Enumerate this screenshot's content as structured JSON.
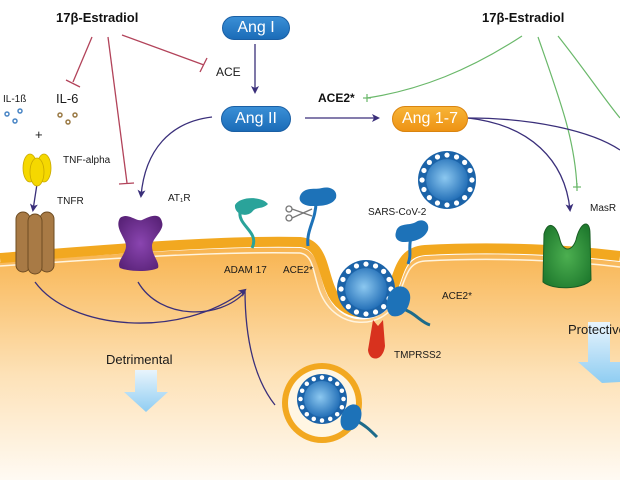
{
  "diagram": {
    "estradiol_left": "17β-Estradiol",
    "estradiol_right": "17β-Estradiol",
    "ang1": "Ang I",
    "ang2": "Ang II",
    "ang17": "Ang 1-7",
    "ace": "ACE",
    "ace2_top": "ACE2*",
    "il1b": "IL-1ß",
    "il6": "IL-6",
    "plus": "+",
    "tnf_alpha": "TNF-alpha",
    "tnfr": "TNFR",
    "at1r": "AT₁R",
    "adam17": "ADAM 17",
    "ace2_membrane": "ACE2*",
    "sars": "SARS-CoV-2",
    "ace2_right": "ACE2*",
    "tmprss2": "TMPRSS2",
    "masr": "MasR",
    "detrimental": "Detrimental",
    "protective": "Protective"
  },
  "colors": {
    "inhibit": "#b2435a",
    "activate_green": "#5cb85c",
    "arrow": "#3a2f7a",
    "membrane": "#f2a820",
    "cell_top": "#f9b95a",
    "cell_bottom": "#fff8ef",
    "ang_blue": "#1f6fba",
    "ang_orange": "#f0a022",
    "virus": "#1e6db5",
    "tnfr": "#a87a45",
    "at1r": "#6a2d8c",
    "masr": "#2e8b3a",
    "tmprss2": "#d8321e",
    "tnf": "#f4d000",
    "adam": "#2aa39a"
  }
}
